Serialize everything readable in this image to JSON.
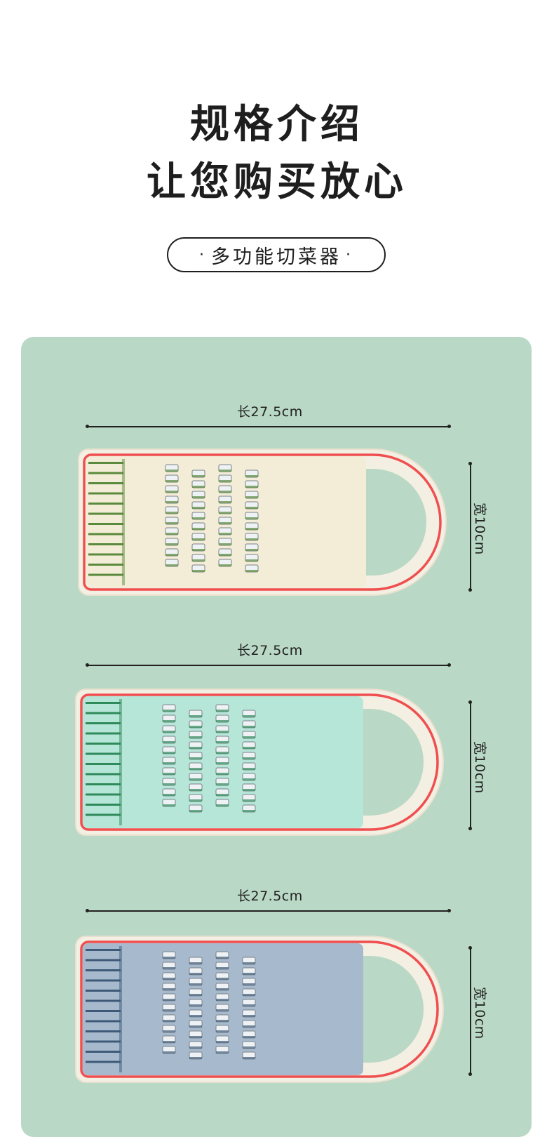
{
  "header": {
    "title_line1": "规格介绍",
    "title_line2": "让您购买放心",
    "tag_label": "多功能切菜器"
  },
  "graters": [
    {
      "length_label": "长27.5cm",
      "width_label": "宽10cm",
      "body_color": "#f3ecd6",
      "teeth_color": "#5a8a3c",
      "edge_color": "#ef4f4f"
    },
    {
      "length_label": "长27.5cm",
      "width_label": "宽10cm",
      "body_color": "#b6e6d8",
      "teeth_color": "#2e8a5a",
      "edge_color": "#ef4f4f"
    },
    {
      "length_label": "长27.5cm",
      "width_label": "宽10cm",
      "body_color": "#a7b9cd",
      "teeth_color": "#3e5a78",
      "edge_color": "#ef4f4f"
    }
  ],
  "colors": {
    "background": "#ffffff",
    "panel": "#b9d8c5",
    "text": "#1e1e1e",
    "edge_red": "#ef4f4f"
  }
}
